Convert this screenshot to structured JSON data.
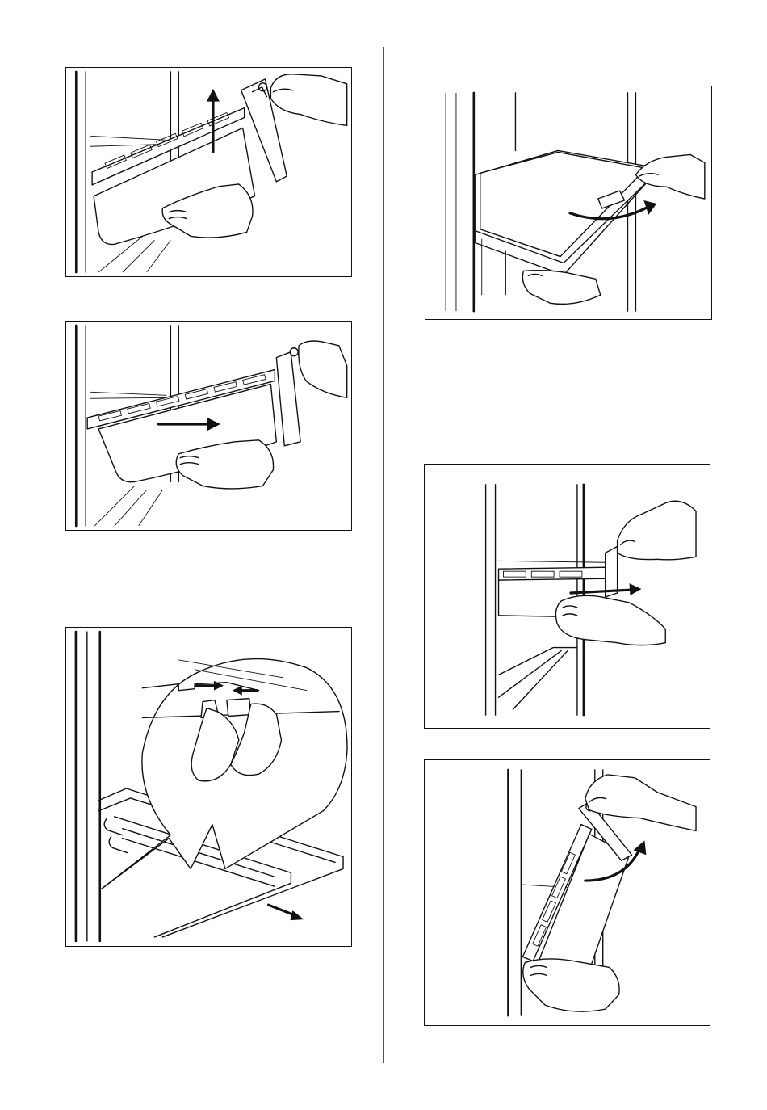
{
  "figures": [
    {
      "id": "p1",
      "icon": "lift-drawer-up-illustration"
    },
    {
      "id": "p2",
      "icon": "slide-drawer-out-illustration"
    },
    {
      "id": "p3",
      "icon": "release-shelf-clips-illustration"
    },
    {
      "id": "p4",
      "icon": "tilt-glass-shelf-illustration"
    },
    {
      "id": "p5",
      "icon": "pull-drawer-out-illustration"
    },
    {
      "id": "p6",
      "icon": "lift-drawer-rotate-illustration"
    }
  ]
}
